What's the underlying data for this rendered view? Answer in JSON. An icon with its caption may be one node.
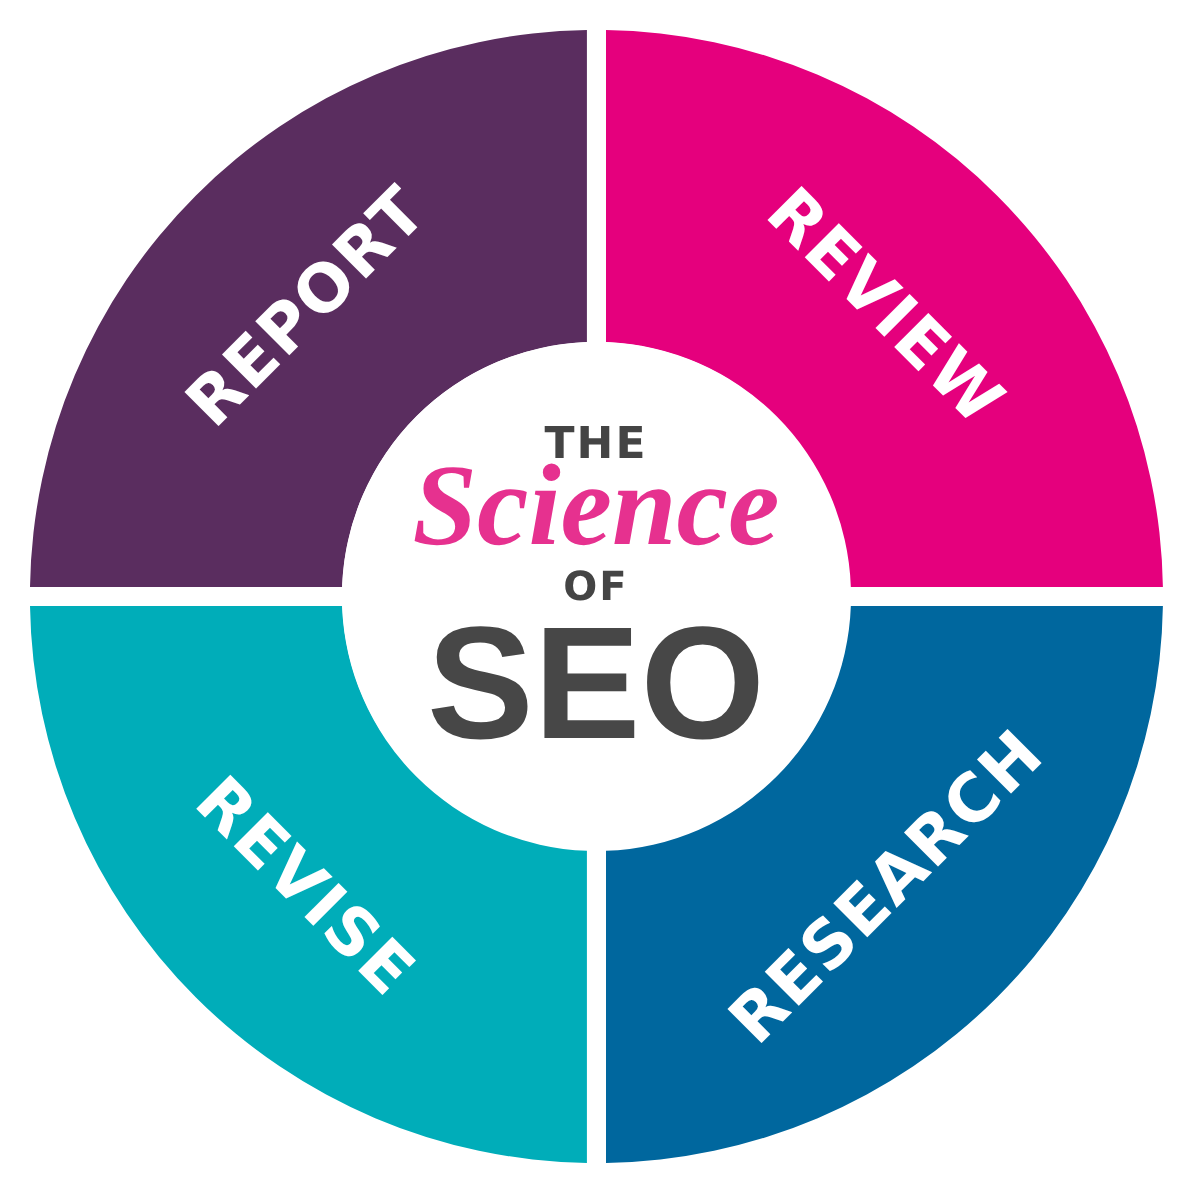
{
  "diagram": {
    "nodes": [
      {
        "text": [
          "REPORT"
        ]
      },
      {
        "text": [
          "REVIEW"
        ]
      },
      {
        "text": [
          "THE",
          "Science",
          "OF",
          "SEO"
        ]
      },
      {
        "text": [
          "REVISE"
        ]
      },
      {
        "text": [
          "RESEARCH"
        ]
      }
    ]
  }
}
